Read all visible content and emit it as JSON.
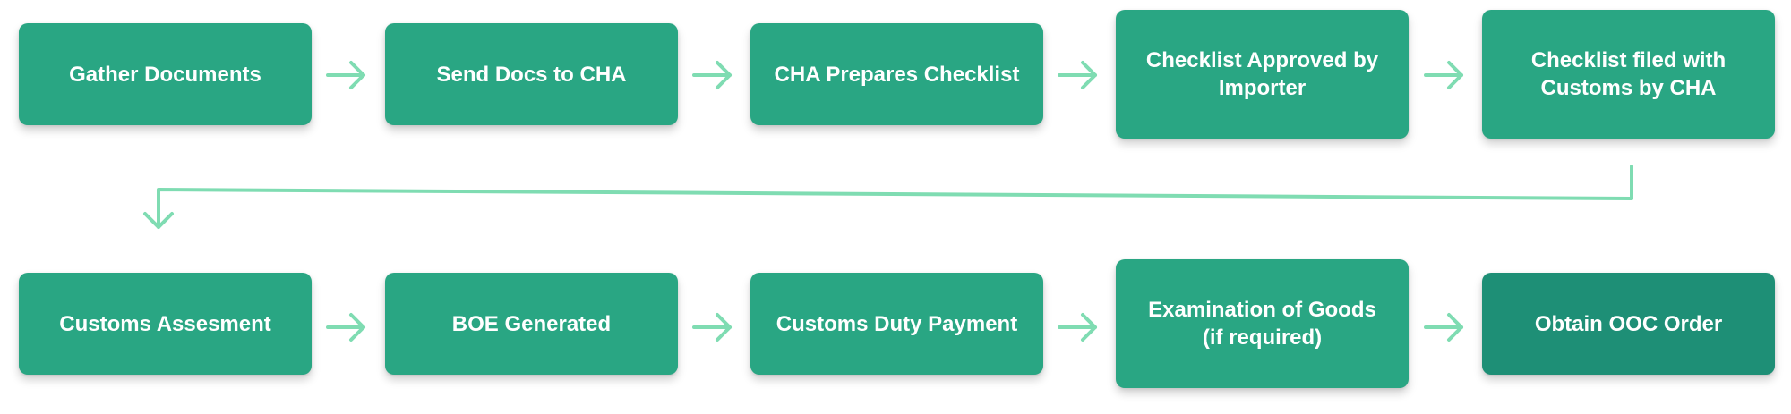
{
  "diagram": {
    "row1": [
      {
        "label": "Gather Documents"
      },
      {
        "label": "Send Docs to CHA"
      },
      {
        "label": "CHA Prepares Checklist"
      },
      {
        "label": "Checklist Approved by\nImporter"
      },
      {
        "label": "Checklist filed with\nCustoms by CHA"
      }
    ],
    "row2": [
      {
        "label": "Customs Assesment"
      },
      {
        "label": "BOE Generated"
      },
      {
        "label": "Customs Duty Payment"
      },
      {
        "label": "Examination of Goods\n(if required)"
      },
      {
        "label": "Obtain OOC Order"
      }
    ]
  },
  "colors": {
    "step_fill": "#29a683",
    "final_step_fill": "#1e8f76",
    "connector": "#7fdcb2",
    "text": "#ffffff"
  }
}
